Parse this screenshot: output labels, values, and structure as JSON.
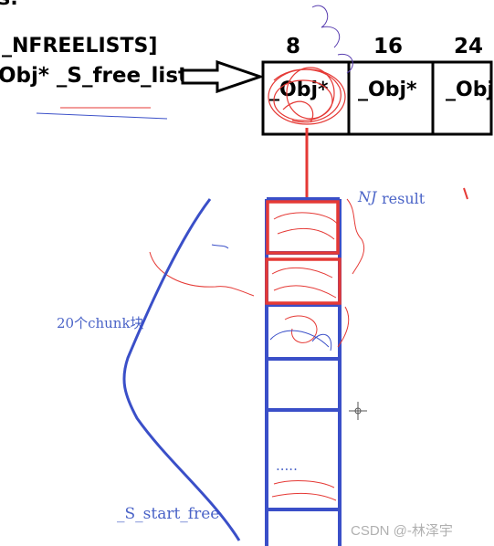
{
  "code_top_fragment": "s:",
  "code_line1": "_NFREELISTS]",
  "code_line2": "Obj* _S_free_list",
  "free_list": {
    "headers": [
      "8",
      "16",
      "24"
    ],
    "cells": [
      "_Obj*",
      "_Obj*",
      "_Obj"
    ]
  },
  "annotations": {
    "result": "result",
    "result_handwriting": "NJ",
    "chunks": "20个chunk块",
    "dots": ".....",
    "start_free": "_S_start_free"
  },
  "watermark": "CSDN @-林泽宇",
  "colors": {
    "ink": "#000000",
    "blue": "#3a4fc8",
    "red": "#e53935",
    "label_blue": "#4a63c7",
    "watermark": "#b0b0b0"
  }
}
